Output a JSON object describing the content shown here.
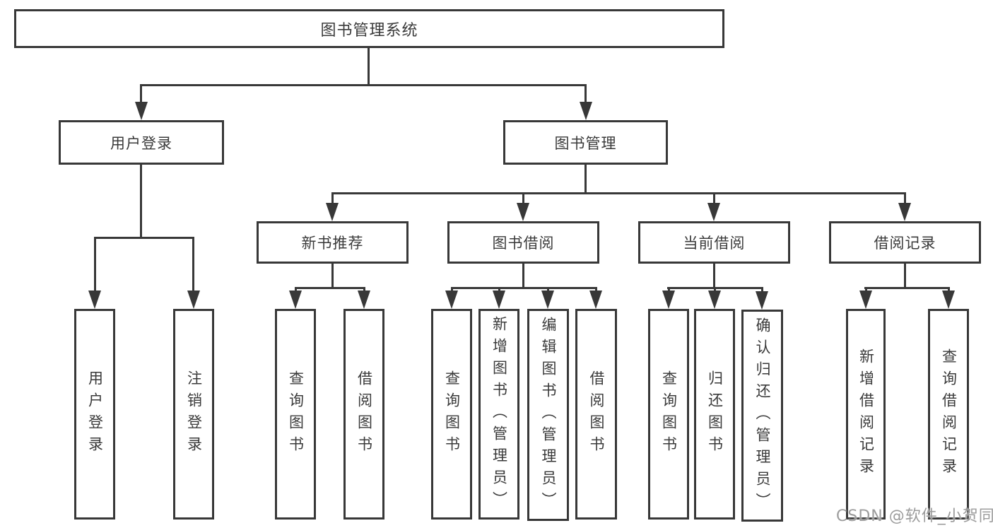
{
  "tree": {
    "root": "图书管理系统",
    "branches": [
      {
        "label": "用户登录",
        "children": [
          "用户登录",
          "注销登录"
        ]
      },
      {
        "label": "图书管理",
        "groups": [
          {
            "label": "新书推荐",
            "children": [
              "查询图书",
              "借阅图书"
            ]
          },
          {
            "label": "图书借阅",
            "children": [
              "查询图书",
              "新增图书（管理员）",
              "编辑图书（管理员）",
              "借阅图书"
            ]
          },
          {
            "label": "当前借阅",
            "children": [
              "查询图书",
              "归还图书",
              "确认归还（管理员）"
            ]
          },
          {
            "label": "借阅记录",
            "children": [
              "新增借阅记录",
              "查询借阅记录"
            ]
          }
        ]
      }
    ]
  },
  "colors": {
    "line": "#383838",
    "text": "#3a3a3a",
    "background": "#ffffff",
    "watermark": "#9c9c9c"
  },
  "watermark": {
    "text": "CSDN @软件_小贺同学"
  }
}
